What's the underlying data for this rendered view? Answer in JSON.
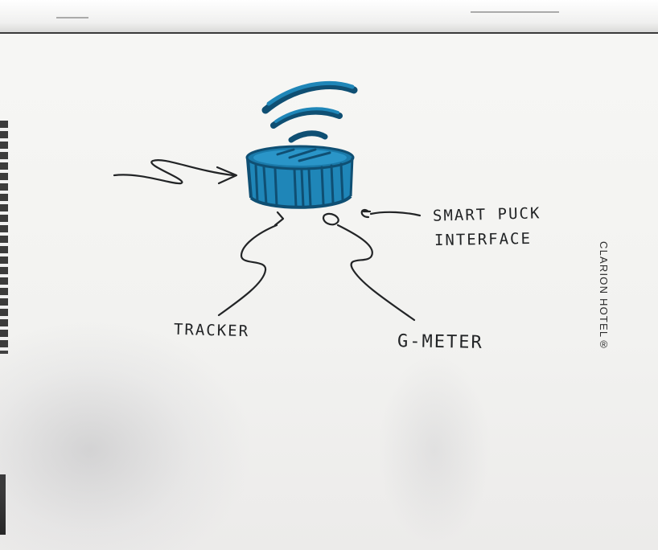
{
  "sketch": {
    "labels": {
      "smart_puck_line1": "SMART PUCK",
      "smart_puck_line2": "INTERFACE",
      "tracker": "TRACKER",
      "g_meter": "G-METER"
    },
    "colors": {
      "ink": "#222426",
      "puck_blue": "#1f86b8",
      "puck_dark": "#0f4f73"
    }
  },
  "notepad": {
    "brand": "CLARION HOTEL®"
  }
}
